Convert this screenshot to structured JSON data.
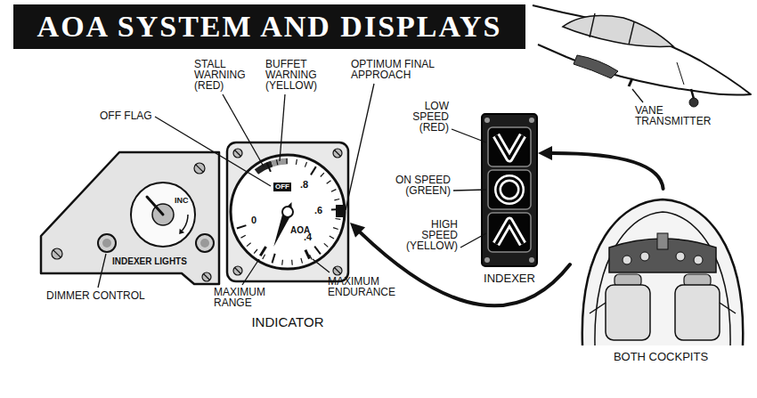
{
  "diagram": {
    "title": "AOA SYSTEM AND DISPLAYS",
    "nodes": [
      {
        "text": [
          "INC",
          "INDEXER LIGHTS"
        ]
      },
      {
        "text": [
          "OFF",
          ".8",
          ".6",
          ".4",
          "0",
          "AOA"
        ]
      },
      {
        "text": [
          "INDEXER"
        ]
      },
      {
        "text": [
          "BOTH COCKPITS"
        ]
      }
    ],
    "edges": [
      {
        "from": 3,
        "to": 2,
        "arrow": "to"
      },
      {
        "from": 3,
        "to": 1,
        "arrow": "to"
      }
    ],
    "labels": [
      "STALL WARNING (RED)",
      "BUFFET WARNING (YELLOW)",
      "OPTIMUM FINAL APPROACH",
      "OFF FLAG",
      "VANE TRANSMITTER",
      "LOW SPEED (RED)",
      "ON SPEED (GREEN)",
      "HIGH SPEED (YELLOW)",
      "DIMMER CONTROL",
      "MAXIMUM RANGE",
      "INDICATOR",
      "MAXIMUM ENDURANCE"
    ]
  }
}
